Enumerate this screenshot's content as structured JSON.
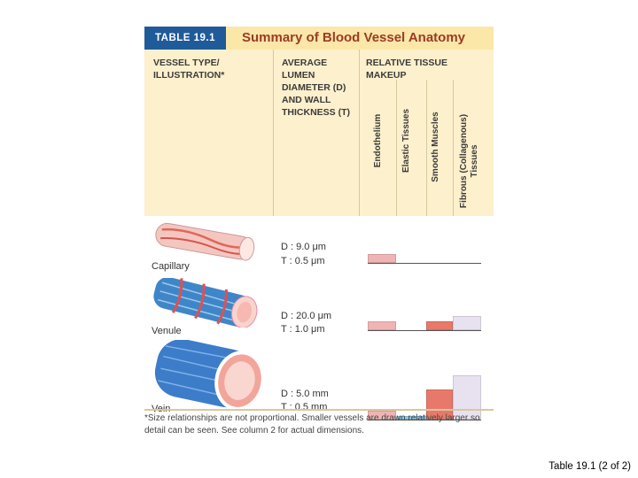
{
  "table": {
    "label": "TABLE 19.1",
    "title": "Summary of Blood Vessel Anatomy",
    "headers": {
      "vessel": "VESSEL TYPE/ ILLUSTRATION*",
      "diameter": "AVERAGE LUMEN DIAMETER (D) AND WALL THICKNESS (T)",
      "makeup": "RELATIVE TISSUE MAKEUP",
      "tissues": [
        "Endothelium",
        "Elastic Tissues",
        "Smooth Muscles",
        "Fibrous (Collagenous) Tissues"
      ]
    },
    "rows": [
      {
        "name": "Capillary",
        "d": "D : 9.0 μm",
        "t": "T : 0.5 μm",
        "levels": [
          0.13,
          0,
          0,
          0
        ]
      },
      {
        "name": "Venule",
        "d": "D : 20.0 μm",
        "t": "T : 1.0 μm",
        "levels": [
          0.13,
          0,
          0.13,
          0.2
        ]
      },
      {
        "name": "Vein",
        "d": "D : 5.0 mm",
        "t": "T : 0.5 mm",
        "levels": [
          0.13,
          0.05,
          0.43,
          0.63
        ]
      }
    ],
    "footnote": "*Size relationships are not proportional. Smaller vessels are drawn relatively larger so detail can be seen. See column 2 for actual dimensions."
  },
  "colors": {
    "endothelium": "#f0b4b4",
    "elastic": "#8cc8e6",
    "smooth": "#e8796a",
    "fibrous": "#e8e2f0"
  },
  "caption": "Table 19.1 (2 of 2)"
}
